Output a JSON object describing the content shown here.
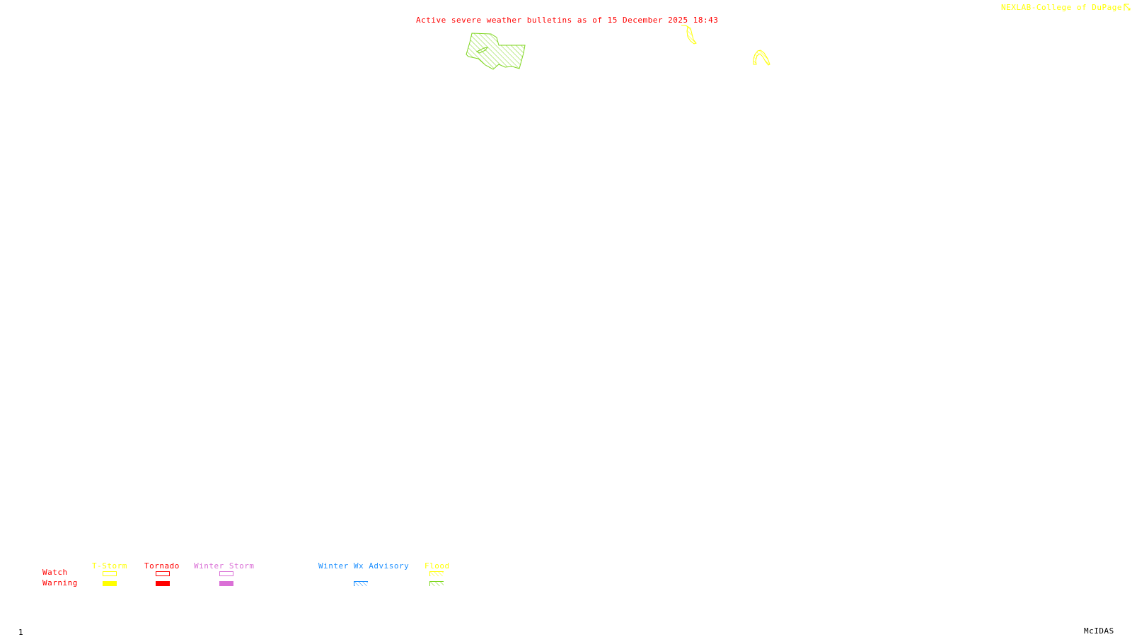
{
  "header": {
    "title": "Active severe weather bulletins as of 15 December 2025 18:43",
    "credit": "NEXLAB-College of DuPage",
    "credit_icon": "corner-arrow-icon"
  },
  "footer": {
    "frame_number": "1",
    "software": "McIDAS"
  },
  "legend": {
    "row_labels": {
      "watch": "Watch",
      "warning": "Warning"
    },
    "categories": [
      {
        "label": "T-Storm",
        "color": "#ffff00",
        "watch": "outline",
        "warning": "solid"
      },
      {
        "label": "Tornado",
        "color": "#ff0000",
        "watch": "outline",
        "warning": "solid"
      },
      {
        "label": "Winter Storm",
        "color": "#da70d6",
        "watch": "outline",
        "warning": "solid"
      },
      {
        "label": "Winter Wx Advisory",
        "color": "#1e90ff",
        "watch": "none",
        "warning": "hatched"
      },
      {
        "label": "Flood",
        "color": "#ffff00",
        "warning_color": "#7fd61f",
        "watch": "hatched",
        "warning": "hatched"
      }
    ]
  },
  "bulletins": [
    {
      "type": "Flood Warning",
      "color": "#7fd61f",
      "style": "hatched"
    },
    {
      "type": "Flood Watch",
      "color": "#ffff00",
      "style": "hatched"
    },
    {
      "type": "Flood Watch",
      "color": "#ffff00",
      "style": "hatched"
    }
  ],
  "colors": {
    "title": "#ff0000",
    "credit": "#ffff00",
    "footer": "#000000",
    "background": "#ffffff"
  }
}
